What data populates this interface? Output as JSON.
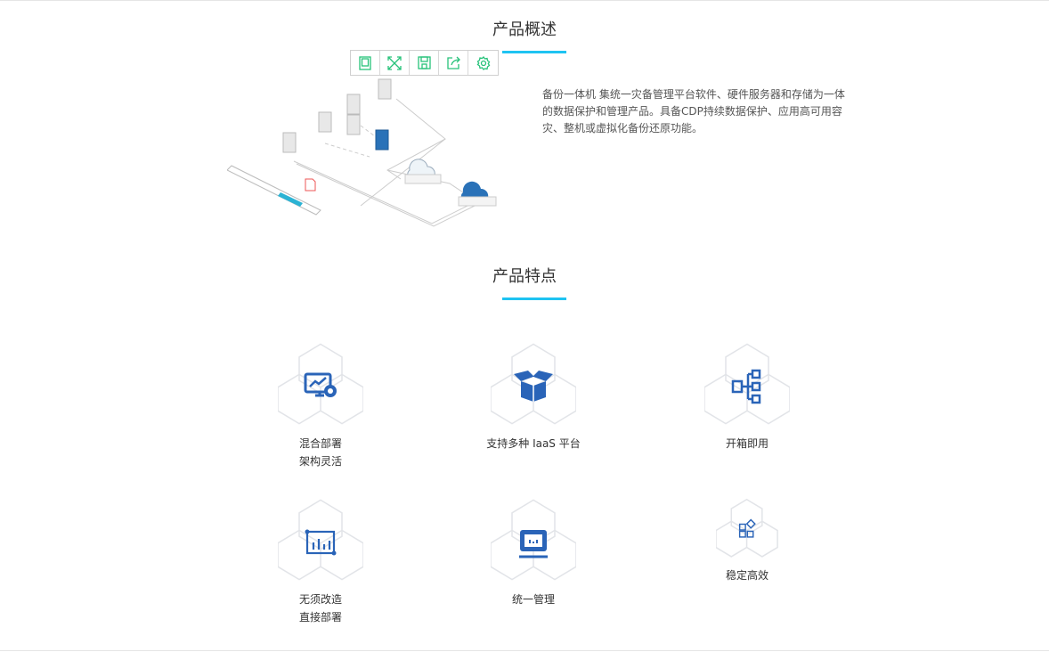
{
  "overview": {
    "title": "产品概述",
    "description": "备份一体机 集统一灾备管理平台软件、硬件服务器和存储为一体的数据保护和管理产品。具备CDP持续数据保护、应用高可用容灾、整机或虚拟化备份还原功能。",
    "toolbar": [
      "tablet-icon",
      "fullscreen-icon",
      "save-icon",
      "share-icon",
      "settings-icon"
    ]
  },
  "features": {
    "title": "产品特点",
    "items": [
      {
        "label1": "混合部署",
        "label2": "架构灵活",
        "icon": "monitor-gear-icon"
      },
      {
        "label1": "支持多种 IaaS 平台",
        "label2": "",
        "icon": "open-box-icon"
      },
      {
        "label1": "开箱即用",
        "label2": "",
        "icon": "hierarchy-icon"
      },
      {
        "label1": "无须改造",
        "label2": "直接部署",
        "icon": "chart-board-icon"
      },
      {
        "label1": "统一管理",
        "label2": "",
        "icon": "dashboard-icon"
      },
      {
        "label1": "稳定高效",
        "label2": "",
        "icon": "blocks-icon"
      }
    ]
  },
  "colors": {
    "accent": "#1ec3f2",
    "icon": "#2a64b8",
    "toolbar": "#27c27a"
  }
}
